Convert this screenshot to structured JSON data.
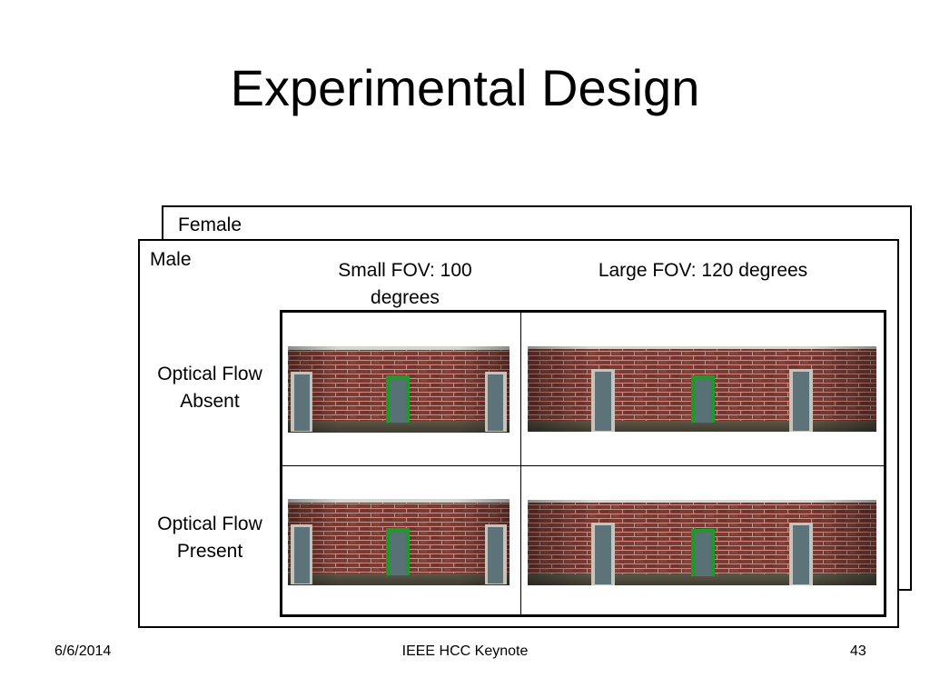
{
  "slide": {
    "title": "Experimental Design",
    "back_card_label": "Female",
    "front_card_label": "Male",
    "columns": [
      {
        "label_line1": "Small FOV: 100",
        "label_line2": "degrees"
      },
      {
        "label_line1": "Large FOV: 120 degrees",
        "label_line2": ""
      }
    ],
    "rows": [
      {
        "label_line1": "Optical Flow",
        "label_line2": "Absent"
      },
      {
        "label_line1": "Optical Flow",
        "label_line2": "Present"
      }
    ]
  },
  "footer": {
    "date": "6/6/2014",
    "center": "IEEE HCC Keynote",
    "page": "43"
  }
}
